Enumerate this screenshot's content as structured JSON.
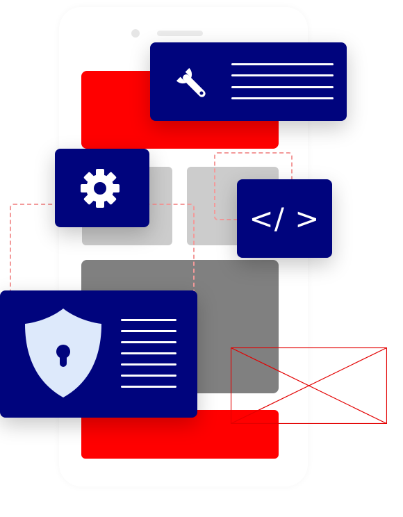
{
  "illustration": {
    "colors": {
      "navy": "#00047d",
      "red": "#ff0000",
      "gray_light": "#cccccc",
      "gray_dark": "#808080",
      "dashed": "#f39a9a"
    },
    "cards": [
      {
        "id": "tool",
        "icon": "wrench-icon",
        "text_lines": 4
      },
      {
        "id": "settings",
        "icon": "gear-icon"
      },
      {
        "id": "code",
        "icon": "code-icon",
        "label": "</ >"
      },
      {
        "id": "security",
        "icon": "shield-lock-icon",
        "text_lines": 7
      }
    ],
    "placeholder_icon": "image-placeholder-icon"
  }
}
